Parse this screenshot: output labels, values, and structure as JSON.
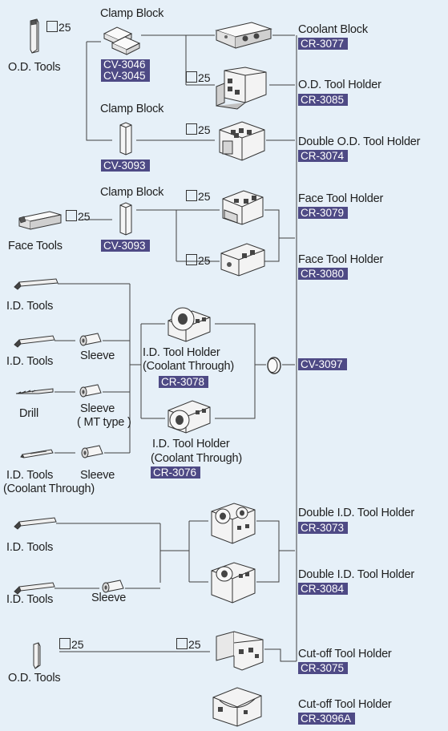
{
  "colors": {
    "background": "#e6f0f8",
    "code_badge": "#4e4a85",
    "wire": "#404040",
    "part_fill": "#f2f2f2"
  },
  "size_mark": "25",
  "labels": {
    "od_tools": "O.D. Tools",
    "face_tools": "Face Tools",
    "id_tools": "I.D. Tools",
    "drill": "Drill",
    "sleeve": "Sleeve",
    "sleeve_mt_1": "Sleeve",
    "sleeve_mt_2": "( MT type )",
    "id_tools_ct_1": "I.D. Tools",
    "id_tools_ct_2": "(Coolant Through)",
    "clamp_block": "Clamp Block",
    "id_holder_1": "I.D. Tool Holder",
    "id_holder_2": "(Coolant Through)"
  },
  "codes": {
    "cv3046": "CV-3046",
    "cv3045": "CV-3045",
    "cv3093": "CV-3093",
    "cr3078": "CR-3078",
    "cr3076": "CR-3076",
    "cv3097": "CV-3097"
  },
  "right_items": [
    {
      "name": "Coolant Block",
      "code": "CR-3077"
    },
    {
      "name": "O.D. Tool Holder",
      "code": "CR-3085"
    },
    {
      "name": "Double O.D. Tool Holder",
      "code": "CR-3074"
    },
    {
      "name": "Face Tool Holder",
      "code": "CR-3079"
    },
    {
      "name": "Face Tool Holder",
      "code": "CR-3080"
    },
    {
      "name": "Double I.D. Tool Holder",
      "code": "CR-3073"
    },
    {
      "name": "Double I.D. Tool Holder",
      "code": "CR-3084"
    },
    {
      "name": "Cut-off Tool Holder",
      "code": "CR-3075"
    },
    {
      "name": "Cut-off Tool Holder",
      "code": "CR-3096A"
    }
  ],
  "icons": [
    "od-tool-icon",
    "clamp-block-icon",
    "coolant-block-icon",
    "od-tool-holder-icon",
    "double-od-tool-holder-icon",
    "face-tool-icon",
    "face-tool-holder-icon",
    "id-tool-icon",
    "sleeve-icon",
    "drill-icon",
    "id-tool-holder-icon",
    "o-ring-icon",
    "double-id-tool-holder-icon",
    "cut-off-tool-icon",
    "cut-off-tool-holder-icon"
  ]
}
